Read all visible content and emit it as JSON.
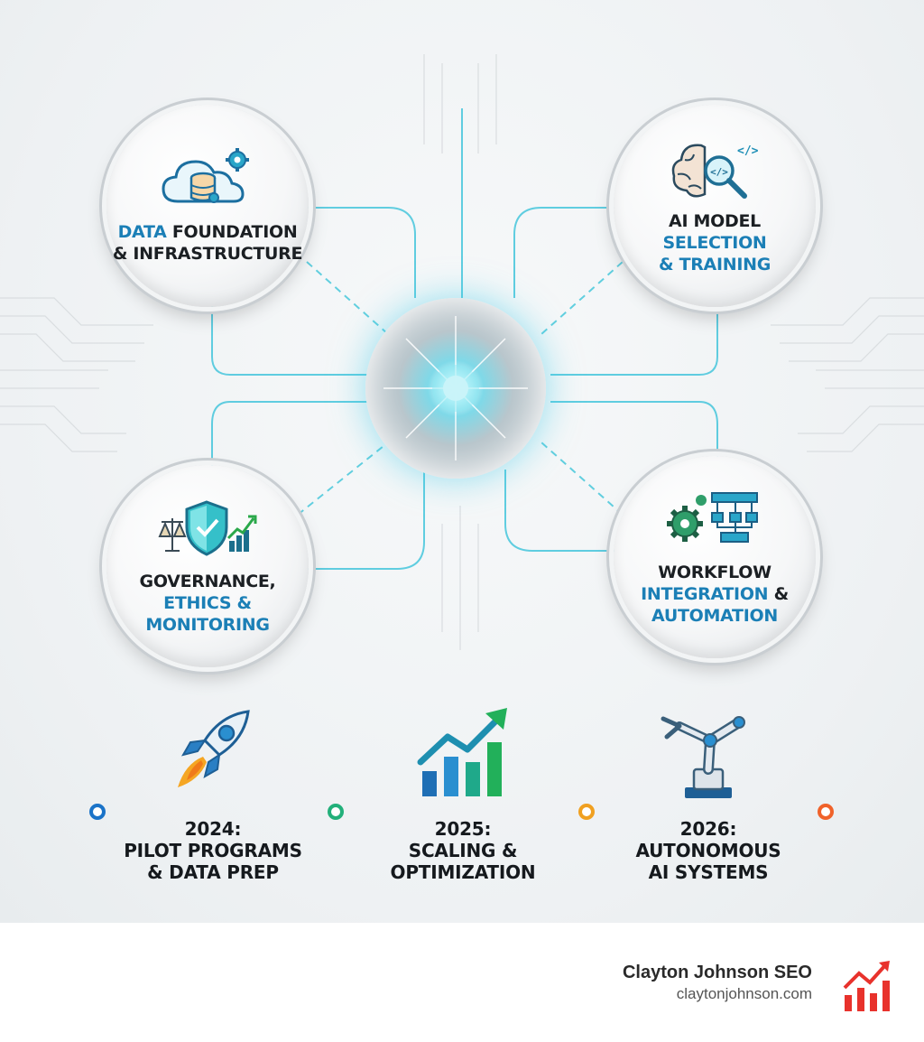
{
  "nodes": {
    "data_foundation": {
      "line1_a": "DATA",
      "line1_b": " FOUNDATION",
      "line2": "& INFRASTRUCTURE",
      "icon": "cloud-database-gear-icon"
    },
    "ai_model": {
      "line1": "AI MODEL",
      "line2": "SELECTION",
      "line3": "& TRAINING",
      "icon": "brain-magnifier-code-icon"
    },
    "governance": {
      "line1": "GOVERNANCE,",
      "line2": "ETHICS &",
      "line3": "MONITORING",
      "icon": "scales-shield-chart-icon"
    },
    "workflow": {
      "line1": "WORKFLOW",
      "line2_a": "INTEGRATION",
      "line2_b": " &",
      "line3": "AUTOMATION",
      "icon": "gear-flowchart-icon"
    }
  },
  "timeline": [
    {
      "year": "2024:",
      "line1": "PILOT PROGRAMS",
      "line2": "& DATA PREP",
      "icon": "rocket-icon"
    },
    {
      "year": "2025:",
      "line1": "SCALING &",
      "line2": "OPTIMIZATION",
      "icon": "growth-bar-chart-icon"
    },
    {
      "year": "2026:",
      "line1": "AUTONOMOUS",
      "line2": "AI SYSTEMS",
      "icon": "robotic-arm-icon"
    }
  ],
  "footer": {
    "brand": "Clayton Johnson SEO",
    "url": "claytonjohnson.com",
    "logo": "red-growth-chart-logo-icon"
  },
  "colors": {
    "accent_blue": "#1b7fb6",
    "cyan_glow": "#38c8dc",
    "timeline_start": "#1a73c8",
    "timeline_mid": "#22b07a",
    "timeline_end": "#f0622a",
    "logo_red": "#e8322c"
  }
}
